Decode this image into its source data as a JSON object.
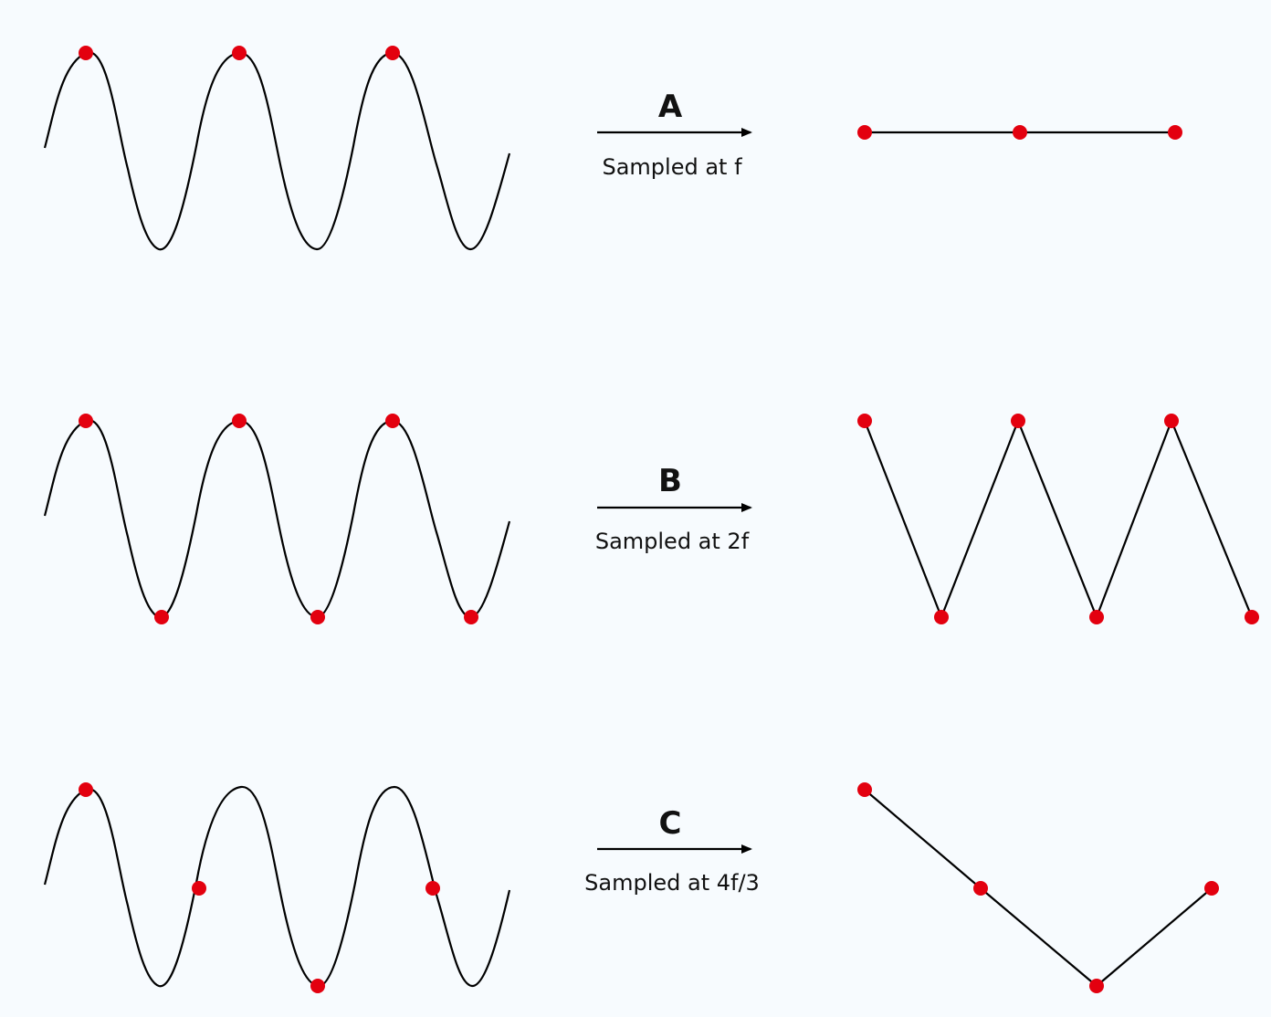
{
  "rows": [
    {
      "label": "A",
      "caption": "Sampled at f",
      "sample_phase": "peaks only",
      "result": "flat line"
    },
    {
      "label": "B",
      "caption": "Sampled at 2f",
      "sample_phase": "peaks and troughs",
      "result": "zig-zag"
    },
    {
      "label": "C",
      "caption": "Sampled at 4f/3",
      "sample_phase": "every 3/4 period",
      "result": "slow alias"
    }
  ],
  "colors": {
    "background": "#f7fbfe",
    "sample_dot": "#e3000f",
    "line": "#000000"
  }
}
